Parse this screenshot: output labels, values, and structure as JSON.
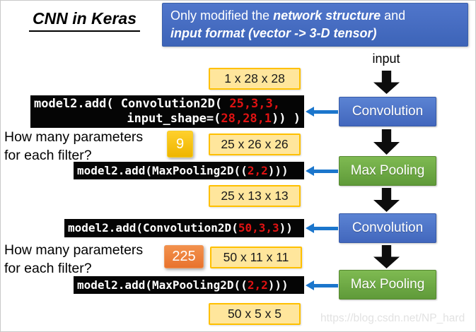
{
  "page": {
    "title": "CNN in Keras",
    "watermark": "https://blog.csdn.net/NP_hard"
  },
  "header": {
    "normal1": "Only modified the ",
    "em1": "network structure",
    "normal2": " and",
    "em2": "input format (vector -> 3-D tensor)"
  },
  "flow": {
    "input_label": "input",
    "boxes": [
      {
        "label": "Convolution",
        "type": "convolution"
      },
      {
        "label": "Max Pooling",
        "type": "pooling"
      },
      {
        "label": "Convolution",
        "type": "convolution"
      },
      {
        "label": "Max Pooling",
        "type": "pooling"
      }
    ]
  },
  "dims": [
    "1 x 28 x 28",
    "25 x 26 x 26",
    "25 x 13 x 13",
    "50 x 11 x 11",
    "50 x 5 x 5"
  ],
  "questions": [
    {
      "line1": "How many parameters",
      "line2": "for each filter?",
      "answer": "9"
    },
    {
      "line1": "How many parameters",
      "line2": "for each filter?",
      "answer": "225"
    }
  ],
  "code_blocks": [
    {
      "name": "convolution-1",
      "lines": [
        {
          "align": "left",
          "segments": [
            {
              "t": "model2.add( Convolution2D( "
            },
            {
              "t": "25,3,3,",
              "red": true
            }
          ]
        },
        {
          "align": "right",
          "segments": [
            {
              "t": "input_shape=("
            },
            {
              "t": "28,28,1",
              "red": true
            },
            {
              "t": ")) )"
            }
          ]
        }
      ]
    },
    {
      "name": "maxpooling-1",
      "lines": [
        {
          "align": "left",
          "segments": [
            {
              "t": "model2.add(MaxPooling2D(("
            },
            {
              "t": "2,2",
              "red": true
            },
            {
              "t": ")))"
            }
          ]
        }
      ]
    },
    {
      "name": "convolution-2",
      "lines": [
        {
          "align": "left",
          "segments": [
            {
              "t": "model2.add(Convolution2D("
            },
            {
              "t": "50,3,3",
              "red": true
            },
            {
              "t": "))"
            }
          ]
        }
      ]
    },
    {
      "name": "maxpooling-2",
      "lines": [
        {
          "align": "left",
          "segments": [
            {
              "t": "model2.add(MaxPooling2D(("
            },
            {
              "t": "2,2",
              "red": true
            },
            {
              "t": ")))"
            }
          ]
        }
      ]
    }
  ],
  "colors": {
    "header_blue": "#4472C4",
    "flow_blue": "#4472C4",
    "flow_green": "#70AD47",
    "dim_fill": "#FFE69C",
    "dim_border": "#FFC000",
    "answer_gold": "#FFC000",
    "answer_orange": "#ED7D31",
    "code_red": "#E01212",
    "arrow_blue": "#1B76CC",
    "arrow_black": "#0D0D0D"
  }
}
